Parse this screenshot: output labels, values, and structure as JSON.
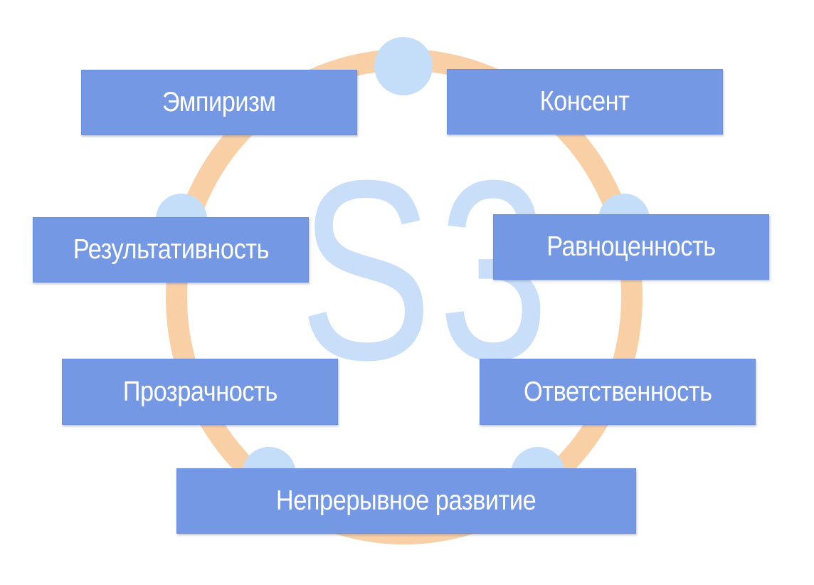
{
  "colors": {
    "box_fill": "#7598e4",
    "box_text": "#ffffff",
    "ring": "#f9d0a6",
    "node_circle": "#c4ddf8",
    "watermark": "#c7ddf8"
  },
  "watermark": "S3",
  "principles": {
    "empiricism": "Эмпиризм",
    "consent": "Консент",
    "effectiveness": "Результативность",
    "equivalence": "Равноценность",
    "transparency": "Прозрачность",
    "accountability": "Ответственность",
    "continuous_improvement": "Непрерывное развитие"
  }
}
